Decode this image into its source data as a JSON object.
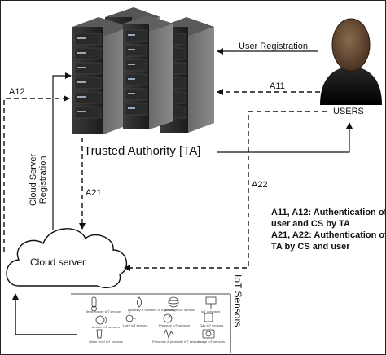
{
  "nodes": {
    "trusted_authority": "Trusted Authority [TA]",
    "users": "USERS",
    "cloud_server": "Cloud server",
    "iot_sensors": "IoT Sensors"
  },
  "edges": {
    "user_registration": "User Registration",
    "cloud_server_registration_line1": "Cloud Server",
    "cloud_server_registration_line2": "Registration",
    "a11": "A11",
    "a12": "A12",
    "a21": "A21",
    "a22": "A22"
  },
  "legend": {
    "line1": "A11, A12: Authentication of",
    "line2": "user and CS  by TA",
    "line3": "A21, A22: Authentication of",
    "line4": "TA by CS and user"
  },
  "sensors": [
    "Temperature IoT sensors",
    "Humidity & moisture IoT sensors",
    "Gyroscope IoT sensors",
    "IoT actuators",
    "Motion IoT sensors",
    "Light IoT sensors",
    "Pressure IoT sensors",
    "Gas IoT sensors",
    "Water level IoT sensors",
    "Presence & proximity IoT sensors",
    "Image IoT sensors"
  ]
}
